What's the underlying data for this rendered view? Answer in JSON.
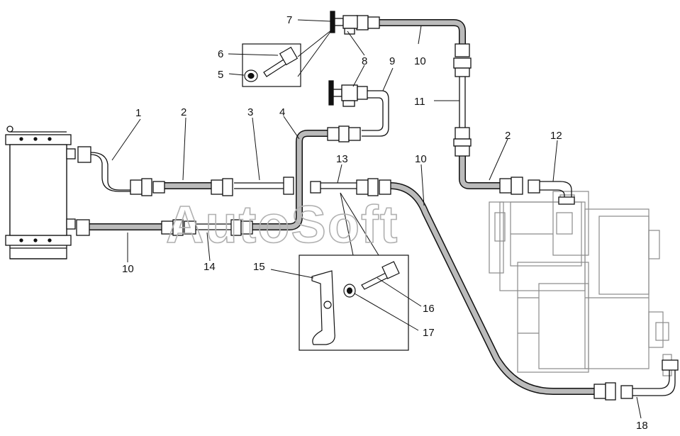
{
  "watermark": "AutoSoft",
  "colors": {
    "line": "#111111",
    "hose_fill": "#9a9a9a",
    "engine_line": "#8a8a8a",
    "watermark": "#b0b0b0"
  },
  "callouts": [
    "1",
    "2",
    "3",
    "4",
    "5",
    "6",
    "7",
    "8",
    "9",
    "10",
    "11",
    "2",
    "12",
    "13",
    "10",
    "14",
    "15",
    "16",
    "17",
    "18"
  ]
}
